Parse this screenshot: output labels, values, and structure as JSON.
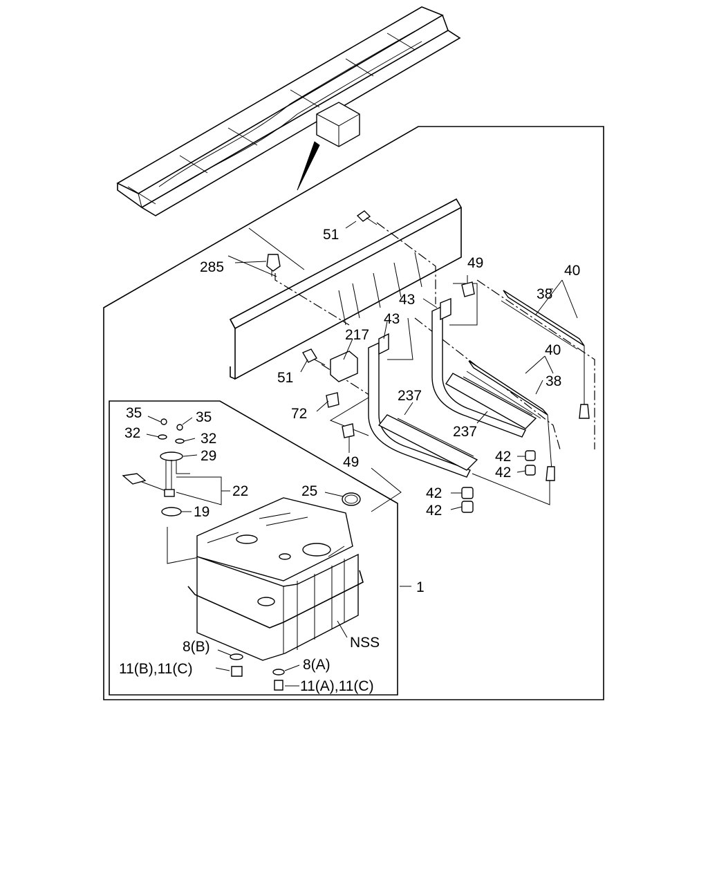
{
  "diagram": {
    "callouts": {
      "c51_top": "51",
      "c285": "285",
      "c49_top": "49",
      "c40_top": "40",
      "c38_top": "38",
      "c43_a": "43",
      "c43_b": "43",
      "c217": "217",
      "c51_low": "51",
      "c40_mid": "40",
      "c38_mid": "38",
      "c72": "72",
      "c237_a": "237",
      "c237_b": "237",
      "c49_low": "49",
      "c42_a": "42",
      "c42_b": "42",
      "c42_c": "42",
      "c42_d": "42",
      "c35_a": "35",
      "c35_b": "35",
      "c32_a": "32",
      "c32_b": "32",
      "c29": "29",
      "c22": "22",
      "c25": "25",
      "c19": "19",
      "c1": "1",
      "cNSS": "NSS",
      "c8B": "8(B)",
      "c11BC": "11(B),11(C)",
      "c8A": "8(A)",
      "c11AC": "11(A),11(C)"
    }
  }
}
